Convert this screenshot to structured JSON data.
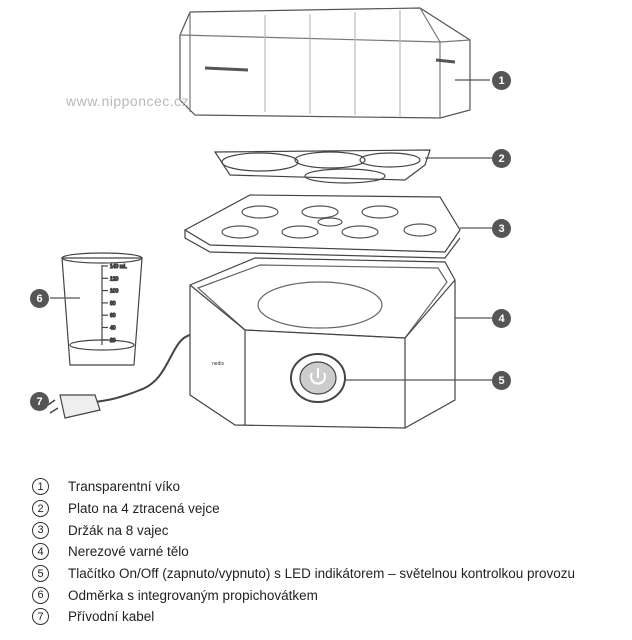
{
  "watermark": "www.nipponcec.cz",
  "cup_scale": [
    "140 mL",
    "120",
    "100",
    "80",
    "60",
    "40",
    "20"
  ],
  "callouts": [
    "1",
    "2",
    "3",
    "4",
    "5",
    "6",
    "7"
  ],
  "legend": [
    {
      "num": "1",
      "label": "Transparentní víko"
    },
    {
      "num": "2",
      "label": "Plato na 4 ztracená vejce"
    },
    {
      "num": "3",
      "label": "Držák na 8 vajec"
    },
    {
      "num": "4",
      "label": "Nerezové varné tělo"
    },
    {
      "num": "5",
      "label": "Tlačítko On/Off (zapnuto/vypnuto) s LED indikátorem – světelnou kontrolkou provozu"
    },
    {
      "num": "6",
      "label": "Odměrka s integrovaným propichovátkem"
    },
    {
      "num": "7",
      "label": "Přívodní kabel"
    }
  ]
}
